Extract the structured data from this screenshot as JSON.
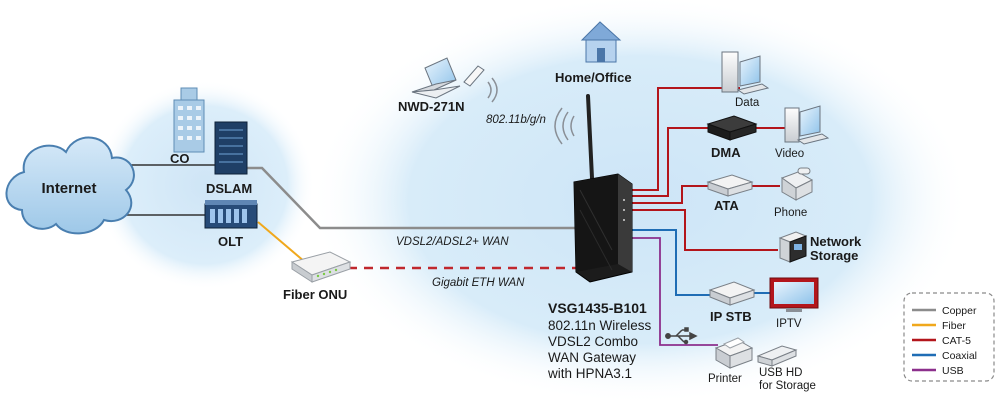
{
  "nodes": {
    "internet": "Internet",
    "co": "CO",
    "dslam": "DSLAM",
    "olt": "OLT",
    "fiber_onu": "Fiber ONU",
    "home_office": "Home/Office",
    "nwd": "NWD-271N",
    "wifi_std": "802.11b/g/n",
    "data": "Data",
    "dma": "DMA",
    "video": "Video",
    "ata": "ATA",
    "phone": "Phone",
    "network_storage_1": "Network",
    "network_storage_2": "Storage",
    "ip_stb": "IP STB",
    "iptv": "IPTV",
    "printer": "Printer",
    "usb_hd_1": "USB HD",
    "usb_hd_2": "for Storage"
  },
  "links": {
    "vdsl_wan": "VDSL2/ADSL2+ WAN",
    "gbe_wan": "Gigabit ETH WAN"
  },
  "gateway": {
    "model": "VSG1435-B101",
    "desc": [
      "802.11n Wireless",
      "VDSL2 Combo",
      "WAN Gateway",
      "with HPNA3.1"
    ]
  },
  "legend": [
    {
      "label": "Copper",
      "color": "#8c8c8c"
    },
    {
      "label": "Fiber",
      "color": "#f0a81c"
    },
    {
      "label": "CAT-5",
      "color": "#b3151b"
    },
    {
      "label": "Coaxial",
      "color": "#1f6db5"
    },
    {
      "label": "USB",
      "color": "#8c2f8c"
    }
  ],
  "colors": {
    "bubble": "#d3e8f7",
    "cloud": "#bcd9ef",
    "copper": "#8c8c8c",
    "fiber": "#f0a81c",
    "cat5": "#b3151b",
    "coax": "#1f6db5",
    "usb": "#8c2f8c",
    "wan_dash": "#c0282e"
  }
}
